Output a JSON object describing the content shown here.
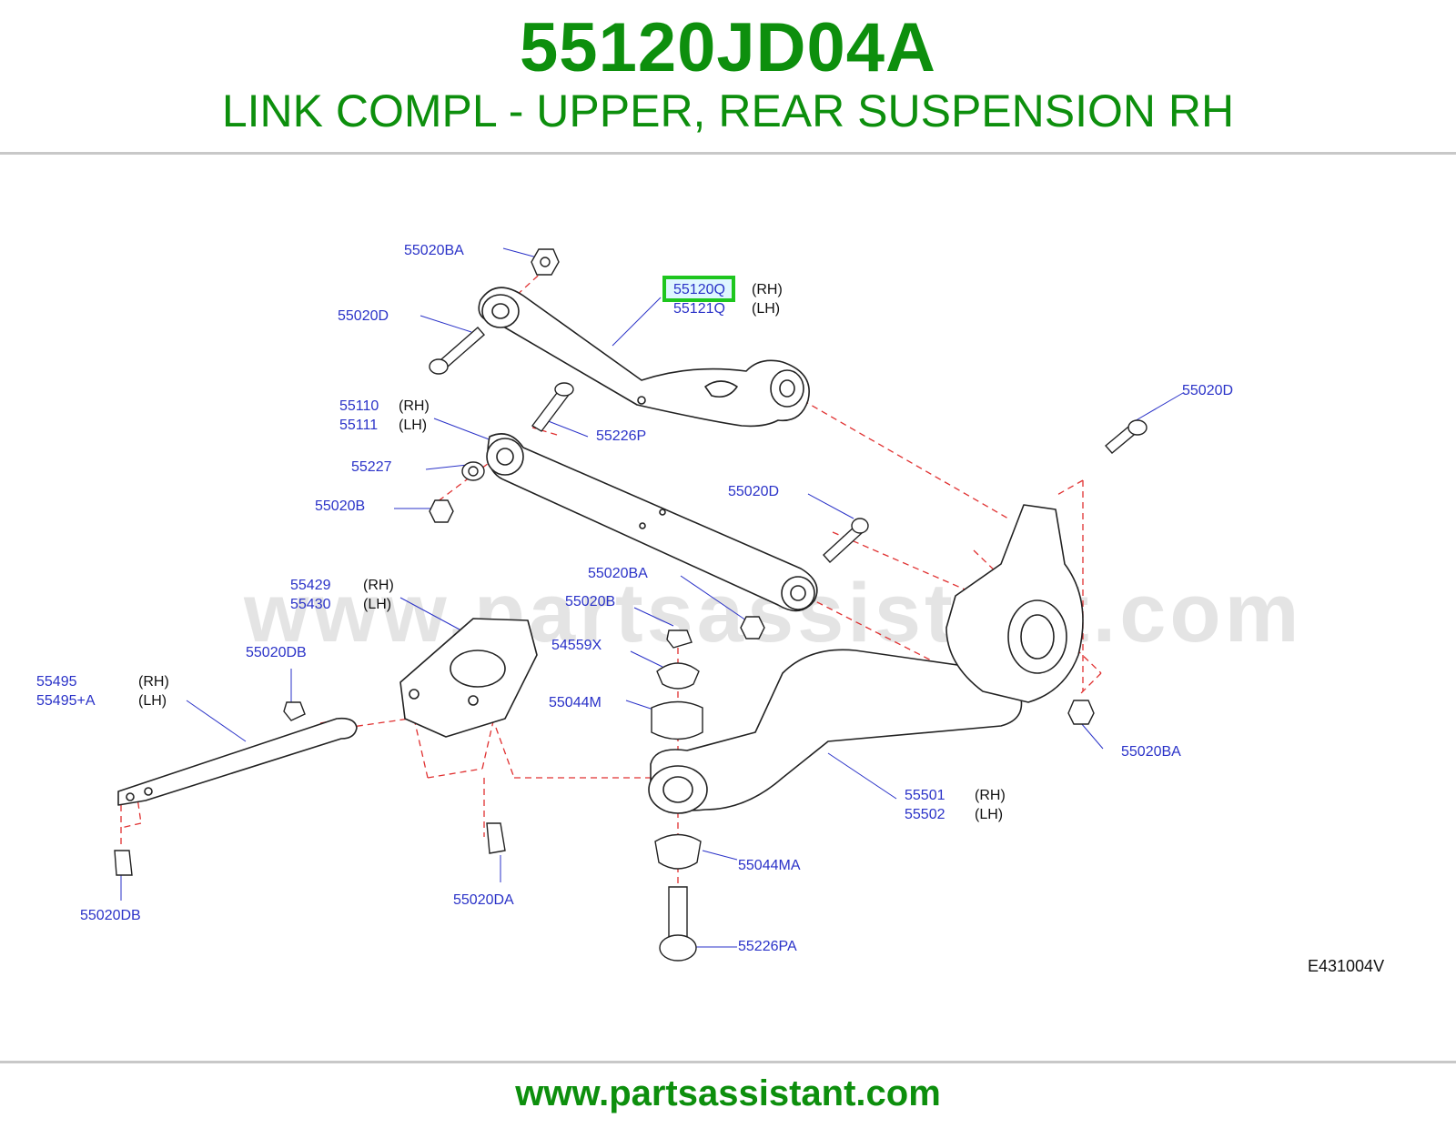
{
  "header": {
    "part_number": "55120JD04A",
    "part_title": "LINK COMPL - UPPER, REAR SUSPENSION RH"
  },
  "watermark": "www.partsassistant.com",
  "diagram_code": "E431004V",
  "footer": {
    "url": "www.partsassistant.com"
  },
  "colors": {
    "brand_green": "#0d8f0d",
    "label_blue": "#2a32c8",
    "highlight_green": "#1ec61e",
    "leader_red": "#e03030"
  },
  "callouts": [
    {
      "id": "c1",
      "code": "55020BA"
    },
    {
      "id": "c2",
      "code": "55120Q",
      "side": "(RH)",
      "highlighted": true
    },
    {
      "id": "c3",
      "code": "55121Q",
      "side": "(LH)"
    },
    {
      "id": "c4",
      "code": "55020D"
    },
    {
      "id": "c5",
      "code": "55110",
      "side": "(RH)"
    },
    {
      "id": "c6",
      "code": "55111",
      "side": "(LH)"
    },
    {
      "id": "c7",
      "code": "55226P"
    },
    {
      "id": "c8",
      "code": "55020D"
    },
    {
      "id": "c9",
      "code": "55227"
    },
    {
      "id": "c10",
      "code": "55020B"
    },
    {
      "id": "c11",
      "code": "55020D"
    },
    {
      "id": "c12",
      "code": "55429",
      "side": "(RH)"
    },
    {
      "id": "c13",
      "code": "55430",
      "side": "(LH)"
    },
    {
      "id": "c14",
      "code": "55020BA"
    },
    {
      "id": "c15",
      "code": "55020B"
    },
    {
      "id": "c16",
      "code": "55020DB"
    },
    {
      "id": "c17",
      "code": "54559X"
    },
    {
      "id": "c18",
      "code": "55495",
      "side": "(RH)"
    },
    {
      "id": "c19",
      "code": "55495+A",
      "side": "(LH)"
    },
    {
      "id": "c20",
      "code": "55044M"
    },
    {
      "id": "c21",
      "code": "55020BA"
    },
    {
      "id": "c22",
      "code": "55501",
      "side": "(RH)"
    },
    {
      "id": "c23",
      "code": "55502",
      "side": "(LH)"
    },
    {
      "id": "c24",
      "code": "55044MA"
    },
    {
      "id": "c25",
      "code": "55020DA"
    },
    {
      "id": "c26",
      "code": "55020DB"
    },
    {
      "id": "c27",
      "code": "55226PA"
    }
  ]
}
